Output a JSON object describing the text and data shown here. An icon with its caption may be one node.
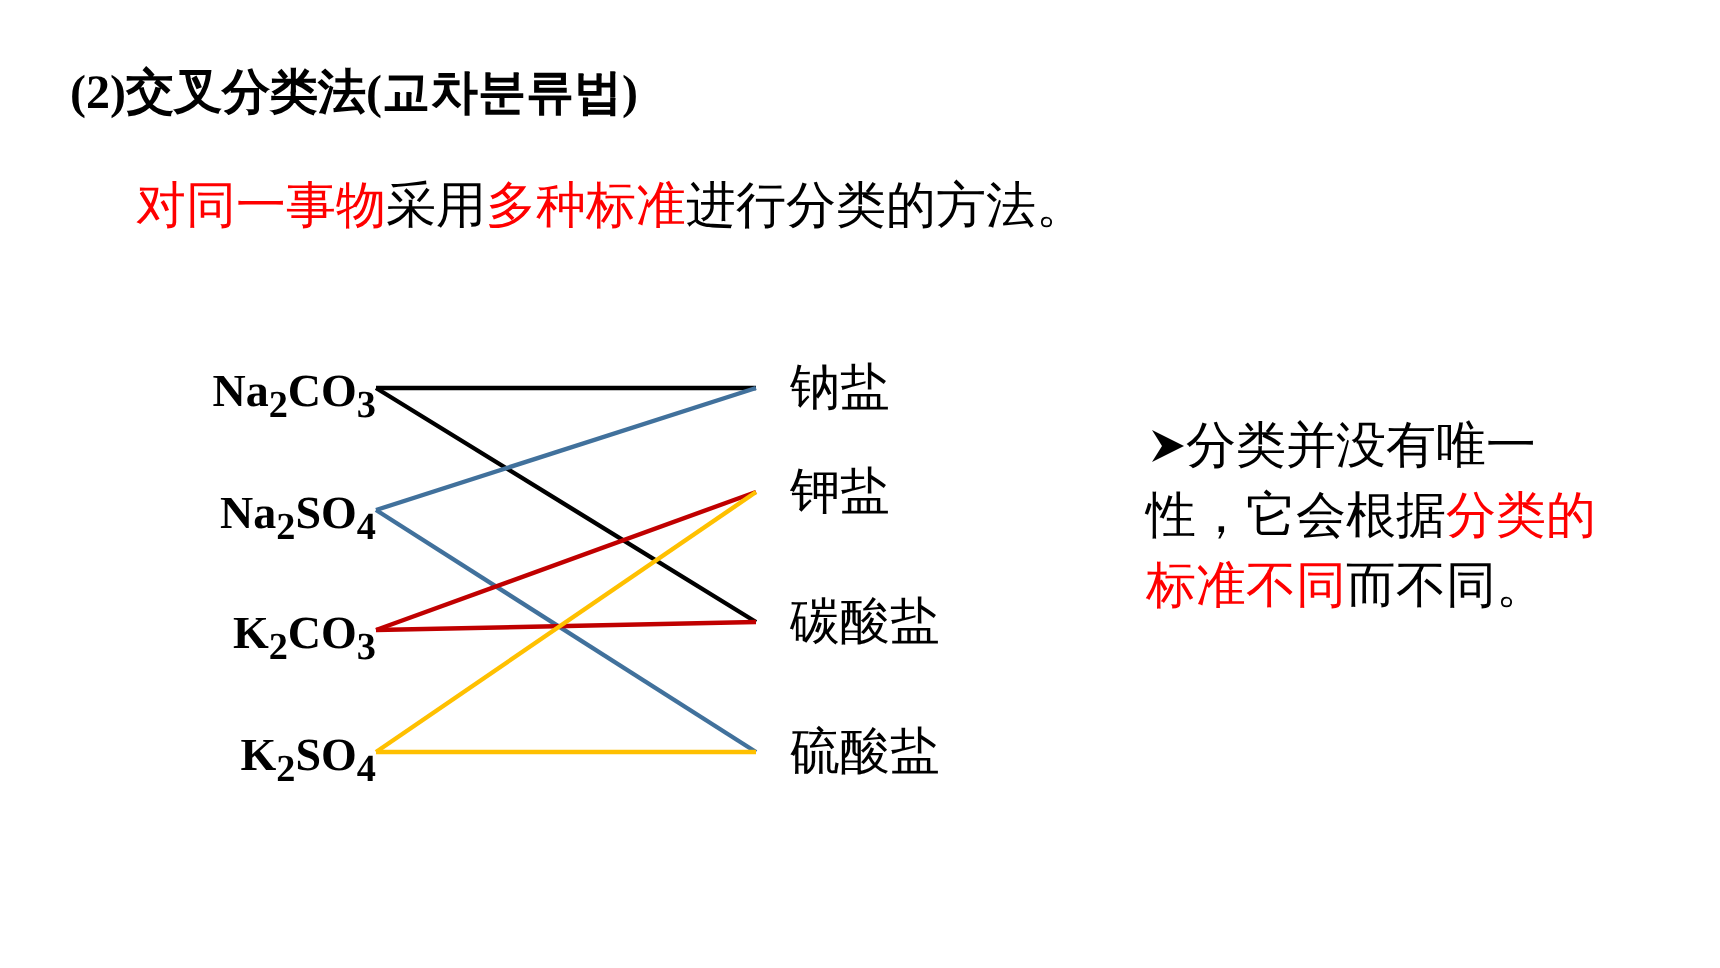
{
  "diagram": {
    "title": "(2)交叉分类法(교차분류법)",
    "nodes": [
      {
        "text": [
          "Na$_{2}$CO$_{3}$"
        ]
      },
      {
        "text": [
          "Na$_{2}$SO$_{4}$"
        ]
      },
      {
        "text": [
          "K$_{2}$CO$_{3}$"
        ]
      },
      {
        "text": [
          "K$_{2}$SO$_{4}$"
        ]
      },
      {
        "text": [
          "钠盐"
        ]
      },
      {
        "text": [
          "钾盐"
        ]
      },
      {
        "text": [
          "碳酸盐"
        ]
      },
      {
        "text": [
          "硫酸盐"
        ]
      }
    ],
    "edges": [
      {
        "from": 0,
        "to": 4,
        "arrow": "none",
        "color": "#000000"
      },
      {
        "from": 0,
        "to": 6,
        "arrow": "none",
        "color": "#000000"
      },
      {
        "from": 1,
        "to": 4,
        "arrow": "none",
        "color": "#41719c"
      },
      {
        "from": 1,
        "to": 7,
        "arrow": "none",
        "color": "#41719c"
      },
      {
        "from": 2,
        "to": 5,
        "arrow": "none",
        "color": "#c00000"
      },
      {
        "from": 2,
        "to": 6,
        "arrow": "none",
        "color": "#c00000"
      },
      {
        "from": 3,
        "to": 5,
        "arrow": "none",
        "color": "#ffc000"
      },
      {
        "from": 3,
        "to": 7,
        "arrow": "none",
        "color": "#ffc000"
      }
    ],
    "labels": [
      "**对同一事物**采用**多种标准**进行分类的方法。",
      "分类并没有唯一性，它会根据**分类的标准不同**而不同。"
    ]
  }
}
